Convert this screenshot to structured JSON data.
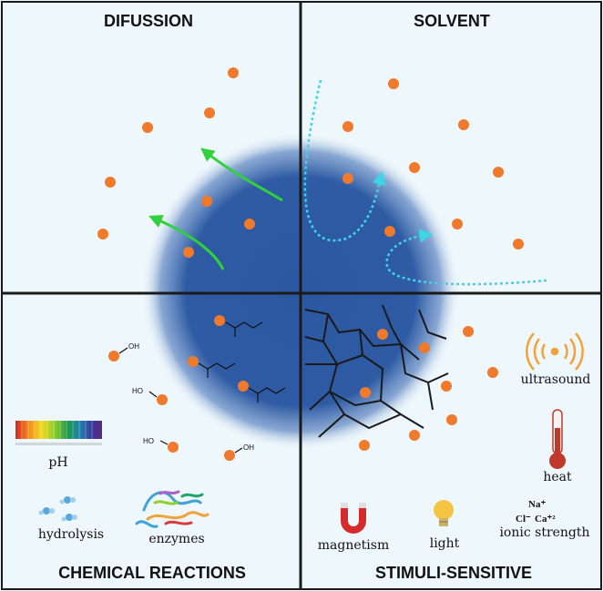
{
  "quadrants": {
    "diffusion": {
      "title": "DIFUSSION"
    },
    "solvent": {
      "title": "SOLVENT"
    },
    "chemical": {
      "title": "CHEMICAL REACTIONS",
      "ph_label": "pH",
      "hydrolysis_label": "hydrolysis",
      "enzymes_label": "enzymes",
      "oh_label": "OH",
      "ho_label": "HO"
    },
    "stimuli": {
      "title": "STIMULI-SENSITIVE",
      "ultrasound_label": "ultrasound",
      "heat_label": "heat",
      "magnetism_label": "magnetism",
      "light_label": "light",
      "ionic_label": "ionic strength",
      "na_label": "Na⁺",
      "cl_label": "Cl⁻",
      "ca_label": "Ca⁺²"
    }
  },
  "colors": {
    "background": "#eef7fb",
    "border": "#1b1b1b",
    "sphere": "#2c5aa3",
    "particle": "#f07a2c",
    "arrow_green": "#2fd13c",
    "arrow_cyan": "#3cd6e6",
    "crack": "#1a1a1a"
  },
  "icons": [
    "ph-scale-icon",
    "hydrolysis-molecule-icon",
    "enzyme-protein-icon",
    "ultrasound-icon",
    "thermometer-icon",
    "magnet-icon",
    "lightbulb-icon"
  ]
}
